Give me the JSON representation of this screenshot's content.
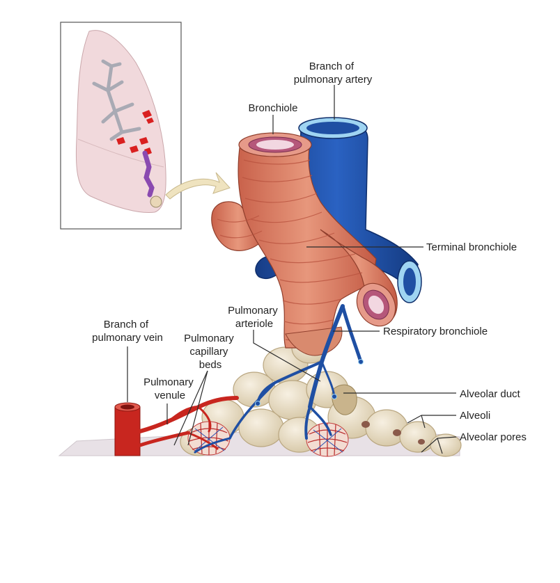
{
  "labels": {
    "branch_pulmonary_artery": [
      "Branch of",
      "pulmonary artery"
    ],
    "bronchiole": "Bronchiole",
    "terminal_bronchiole": "Terminal bronchiole",
    "pulmonary_arteriole": [
      "Pulmonary",
      "arteriole"
    ],
    "respiratory_bronchiole": "Respiratory bronchiole",
    "branch_pulmonary_vein": [
      "Branch of",
      "pulmonary vein"
    ],
    "pulmonary_capillary_beds": [
      "Pulmonary",
      "capillary",
      "beds"
    ],
    "pulmonary_venule": [
      "Pulmonary",
      "venule"
    ],
    "alveolar_duct": "Alveolar duct",
    "alveoli": "Alveoli",
    "alveolar_pores": "Alveolar pores"
  },
  "colors": {
    "bronchiole_muscle": "#d97a60",
    "artery_blue": "#1f4fa3",
    "vein_red": "#c8261f",
    "alveoli_tan": "#eadfc8",
    "lung_pink": "#f1d9dc",
    "callout_arrow": "#efe3bf"
  }
}
